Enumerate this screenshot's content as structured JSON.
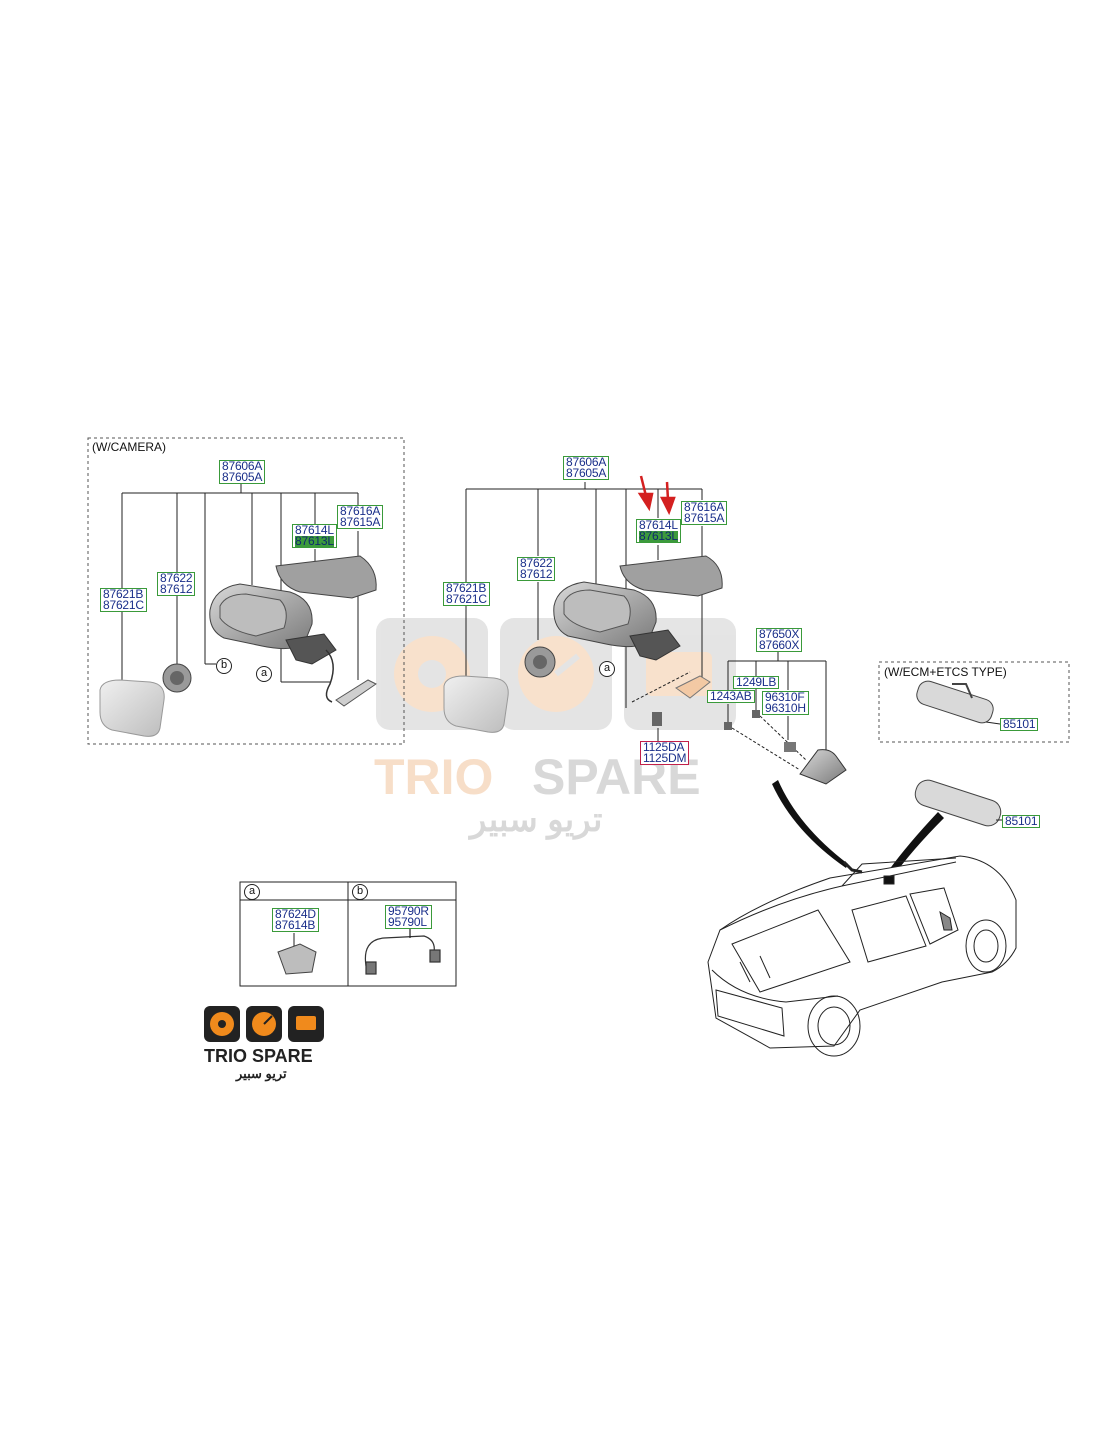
{
  "left_group": {
    "note": "(W/CAMERA)",
    "labels": {
      "main": [
        "87606A",
        "87605A"
      ],
      "turn": [
        "87614L",
        "87613L"
      ],
      "cover": [
        "87616A",
        "87615A"
      ],
      "actuator": [
        "87622",
        "87612"
      ],
      "glass": [
        "87621B",
        "87621C"
      ]
    },
    "callout_a": "a",
    "callout_b": "b"
  },
  "center_group": {
    "labels": {
      "main": [
        "87606A",
        "87605A"
      ],
      "turn": [
        "87614L",
        "87613L"
      ],
      "cover": [
        "87616A",
        "87615A"
      ],
      "actuator": [
        "87622",
        "87612"
      ],
      "glass": [
        "87621B",
        "87621C"
      ],
      "screw": [
        "1125DA",
        "1125DM"
      ]
    },
    "callout_a": "a"
  },
  "antenna_group": {
    "labels": {
      "main": [
        "87650X",
        "87660X"
      ],
      "lb": [
        "1249LB"
      ],
      "ab": [
        "1243AB"
      ],
      "unit": [
        "96310F",
        "96310H"
      ]
    }
  },
  "inside_mirror": {
    "note": "(W/ECM+ETCS TYPE)",
    "label_boxed": "85101",
    "label_car": "85101"
  },
  "detail_table": {
    "col_a": {
      "callout": "a",
      "labels": [
        "87624D",
        "87614B"
      ]
    },
    "col_b": {
      "callout": "b",
      "labels": [
        "95790R",
        "95790L"
      ]
    }
  },
  "logo": {
    "brand": "TRIO SPARE",
    "arabic": "تريو سبير"
  },
  "watermark": {
    "brand_left": "TRIO",
    "brand_right": "SPARE",
    "arabic": "تريو سبير"
  },
  "colors": {
    "label_border": "#3a9a3a",
    "label_text": "#1a2f8a",
    "highlight_fill": "#3c9a3c",
    "arrow": "#d42020",
    "logo_orange": "#f08a1c",
    "watermark_gray": "#c8c8c8",
    "watermark_orange": "#f3c9a4"
  },
  "icons": [
    "mirror-assembly-icon",
    "mirror-glass-icon",
    "actuator-icon",
    "turn-signal-icon",
    "antenna-icon",
    "inside-mirror-icon",
    "suv-icon",
    "brake-disc-icon",
    "speedometer-icon",
    "engine-icon"
  ]
}
